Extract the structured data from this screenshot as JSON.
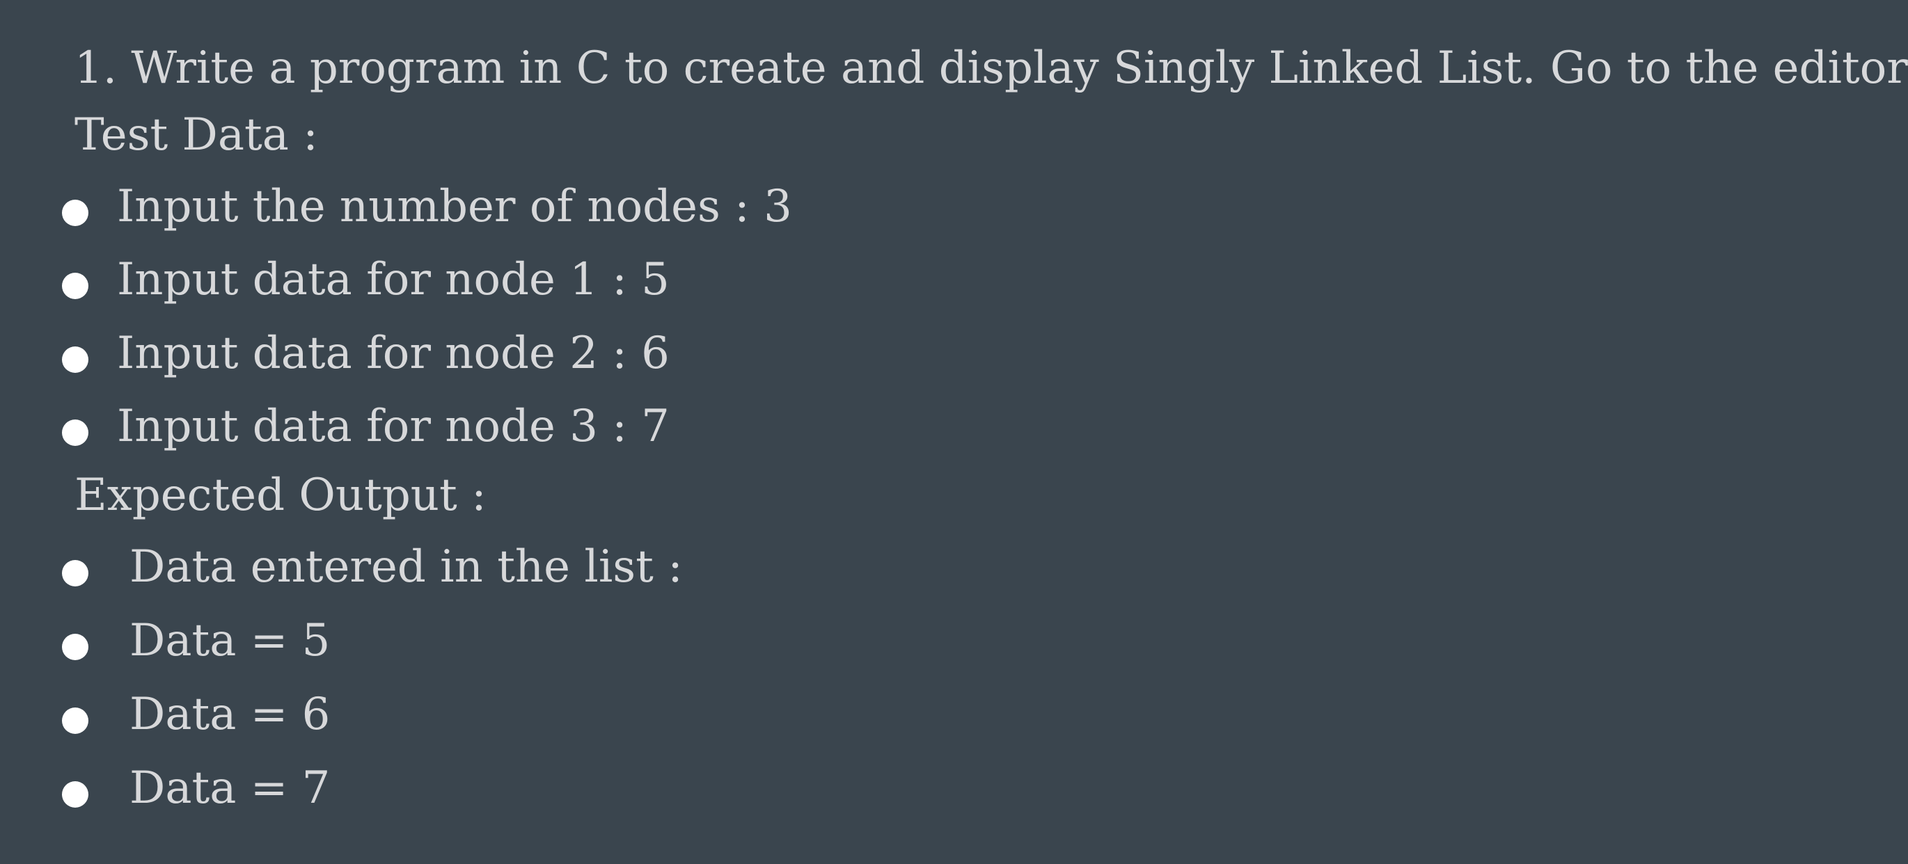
{
  "title": "1. Write a program in C to create and display Singly Linked List. Go to the editor",
  "test_data_label": "Test Data :",
  "test_data_items": [
    "Input the number of nodes : 3",
    "Input data for node 1 : 5",
    "Input data for node 2 : 6",
    "Input data for node 3 : 7"
  ],
  "expected_output_label": "Expected Output :",
  "expected_output_items": [
    "Data entered in the list :",
    "Data = 5",
    "Data = 6",
    "Data = 7"
  ],
  "colors": {
    "background": "#3a454e",
    "text": "#d7d8da",
    "bullet": "#ffffff"
  }
}
